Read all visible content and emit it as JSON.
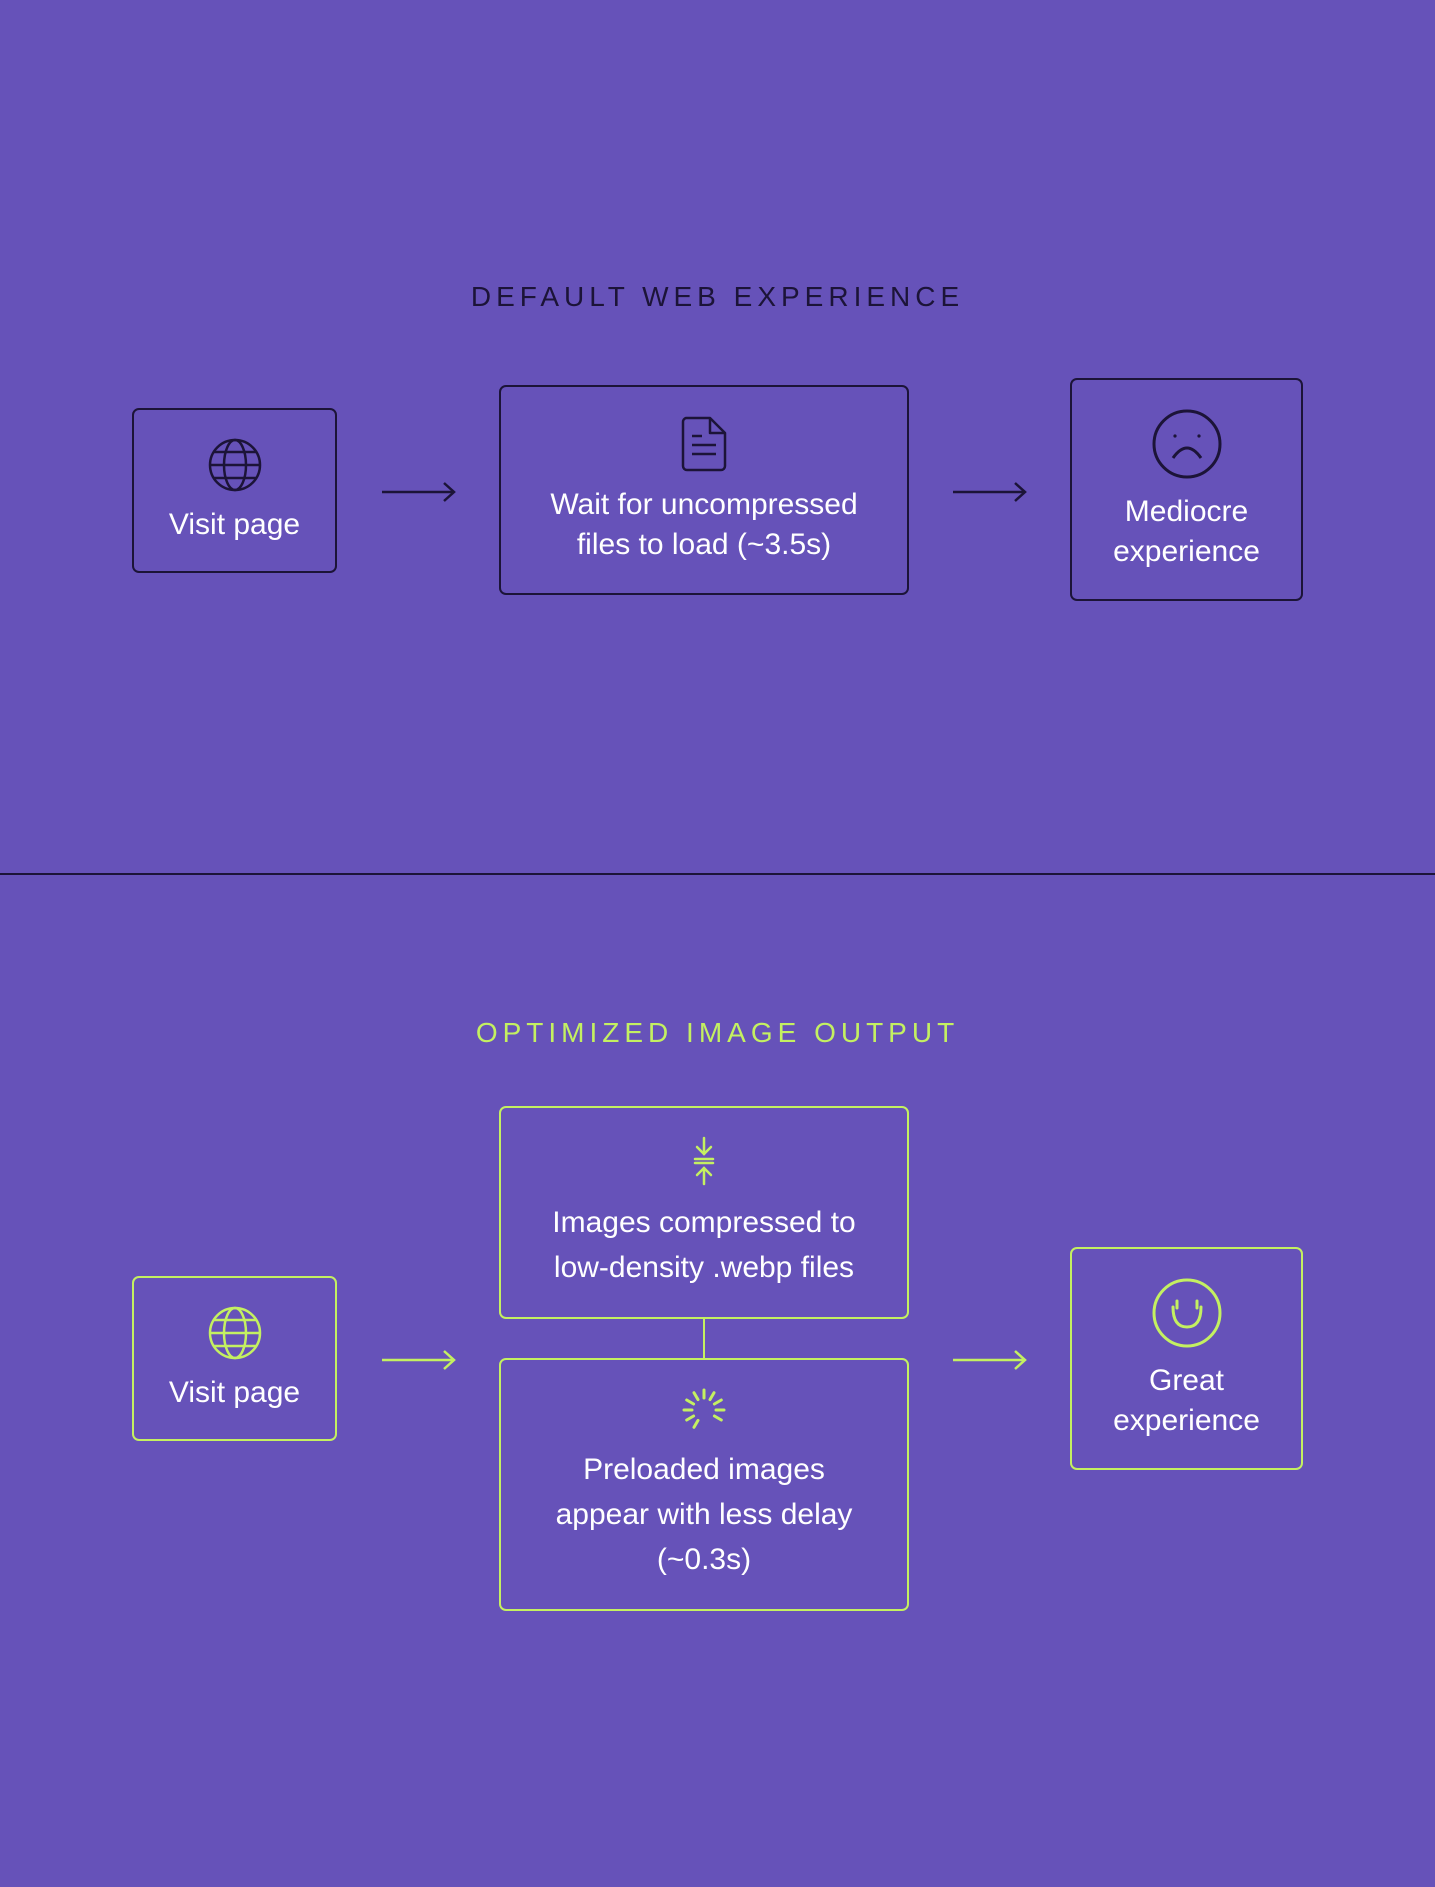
{
  "default_section": {
    "title": "DEFAULT WEB EXPERIENCE",
    "steps": [
      {
        "label": "Visit page",
        "icon": "globe-icon"
      },
      {
        "label": "Wait for uncompressed files to load (~3.5s)",
        "icon": "document-icon"
      },
      {
        "label": "Mediocre experience",
        "icon": "sad-face-icon"
      }
    ]
  },
  "optimized_section": {
    "title": "OPTIMIZED IMAGE OUTPUT",
    "steps": [
      {
        "label": "Visit page",
        "icon": "globe-icon"
      },
      {
        "label": "Images compressed to low-density .webp files",
        "icon": "compress-icon"
      },
      {
        "label": "Preloaded images appear with less delay (~0.3s)",
        "icon": "spinner-icon"
      },
      {
        "label": "Great experience",
        "icon": "happy-face-icon"
      }
    ]
  },
  "colors": {
    "background": "#6652b9",
    "dark": "#1c1438",
    "lime": "#c4f061",
    "text": "#ffffff"
  }
}
